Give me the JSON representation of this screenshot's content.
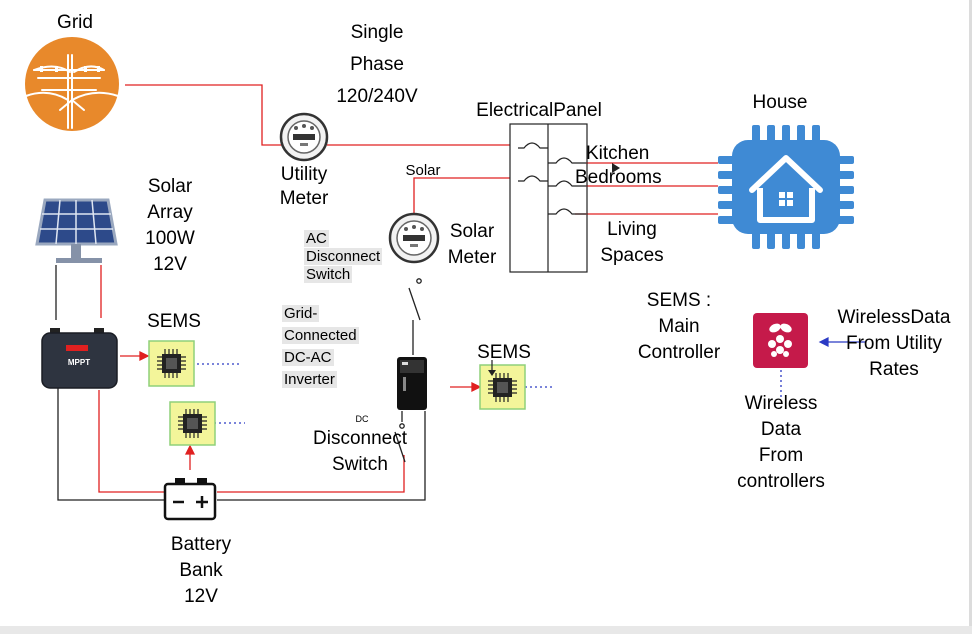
{
  "labels": {
    "grid": "Grid",
    "single_phase": [
      "Single",
      "Phase",
      "120/240V"
    ],
    "electrical_panel": "ElectricalPanel",
    "house": "House",
    "utility_meter": [
      "Utility",
      "Meter"
    ],
    "solar_tap": "Solar",
    "kitchen": "Kitchen",
    "bedrooms": "Bedrooms",
    "living_spaces": [
      "Living",
      "Spaces"
    ],
    "solar_array": [
      "Solar",
      "Array",
      "100W",
      "12V"
    ],
    "ac_disconnect": [
      "AC",
      "Disconnect",
      "Switch"
    ],
    "solar_meter": [
      "Solar",
      "Meter"
    ],
    "sems_mppt": "SEMS",
    "grid_inverter": [
      "Grid-",
      "Connected",
      "DC-AC",
      "Inverter"
    ],
    "sems_inverter": "SEMS",
    "sems_main": [
      "SEMS :",
      "Main",
      "Controller"
    ],
    "wireless_utility": [
      "WirelessData",
      "From Utility",
      "Rates"
    ],
    "dc_tag": "DC",
    "dc_disconnect": [
      "Disconnect",
      "Switch"
    ],
    "wireless_controllers": [
      "Wireless",
      "Data",
      "From",
      "controllers"
    ],
    "battery": [
      "Battery",
      "Bank",
      "12V"
    ],
    "mppt_badge": "MPPT"
  },
  "colors": {
    "grid_icon": "#e8892b",
    "house_icon": "#3f8ad4",
    "raspberry_icon": "#c51a4a",
    "sems_fill": "#f3f59a",
    "sems_border": "#8fd07a",
    "power_line": "#e02020",
    "ground_line": "#222222",
    "wireless_line": "#2b3ac4",
    "solar_panel": "#2d4a8a"
  },
  "icons": {
    "grid": "power-pole-icon",
    "house": "smart-house-icon",
    "solar_panel": "solar-panel-icon",
    "mppt": "mppt-charge-controller-icon",
    "battery": "battery-icon",
    "meter": "electric-meter-icon",
    "inverter": "inverter-icon",
    "chip": "microcontroller-chip-icon",
    "raspberry_pi": "raspberry-pi-icon"
  }
}
